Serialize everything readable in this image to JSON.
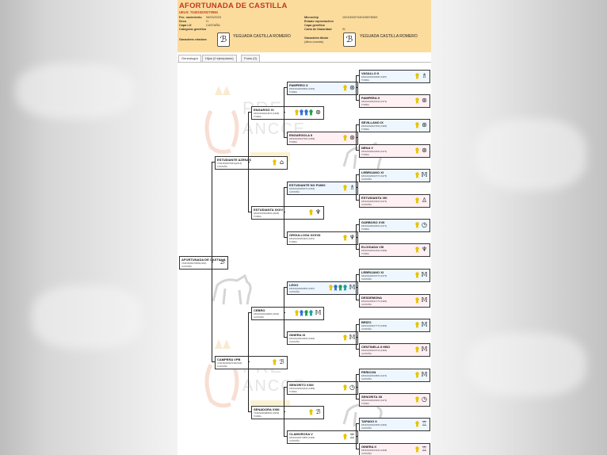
{
  "horse": {
    "name": "AFORTUNADA DE CASTILLA",
    "ueln": "UELN: 724015230270084",
    "fields_left": [
      {
        "label": "Fec. nacimiento",
        "value": "06/03/2023"
      },
      {
        "label": "Sexo",
        "value": "H"
      },
      {
        "label": "Capa LG",
        "value": "CASTAÑA"
      },
      {
        "label": "Categoría genética",
        "value": ""
      }
    ],
    "fields_right": [
      {
        "label": "Microchip",
        "value": "100100007240155078063"
      },
      {
        "label": "Estado reproductivo",
        "value": ""
      },
      {
        "label": "Capa genética",
        "value": ""
      },
      {
        "label": "Carta de titularidad",
        "value": "SI"
      }
    ],
    "breeder_label": "Ganadería criadora",
    "breeder_name": "YEGUADA CASTILLA ROMERO",
    "owner_label": "Ganadería titular",
    "owner_sublabel": "(último conocido)",
    "owner_name": "YEGUADA CASTILLA ROMERO"
  },
  "tabs": [
    {
      "label": "Genealogía"
    },
    {
      "label": "Hijos (0 ejemplares)"
    },
    {
      "label": "Fotos (0)"
    }
  ],
  "watermark": {
    "line1": "PRE",
    "line2": "ANCCE",
    "line3": "LG"
  },
  "colors": {
    "header_bg": "#fcdc9c",
    "title": "#c0392b",
    "ribbon_yellow": "#e8c300",
    "ribbon_blue": "#2f6fd6",
    "ribbon_green": "#1e9e4a",
    "ribbon_teal": "#1aa0a0"
  },
  "pedigree": [
    {
      "name": "AFORTUNADA DE CASTILLA",
      "id": "724015230270084(2023)",
      "coat": "CASTAÑA"
    },
    {
      "name": "ESTUDIANTE AZENAS",
      "id": "724015230370511(2014)",
      "coat": "CASTAÑA"
    },
    {
      "name": "CAMPERA VPB",
      "id": "724015220497019(2016)",
      "coat": "CASTAÑA"
    },
    {
      "name": "ENGARGO VI",
      "id": "180101020104970 (1998)",
      "coat": "TORDA"
    },
    {
      "name": "ESTUDIANTA XXXV",
      "id": "180101003010820 (2005)",
      "coat": "TORDA"
    },
    {
      "name": "CEBRO",
      "id": "180101002410800 (2004)",
      "coat": "CASTAÑA"
    },
    {
      "name": "SENADORA XXIII",
      "id": "724020220480000 (2009)",
      "coat": "TORDA"
    },
    {
      "name": "PAMPERO X",
      "id": "180101020108300 (1993)",
      "coat": "TORDA"
    },
    {
      "name": "ENGARGOLA II",
      "id": "180101020107050 (1989)",
      "coat": "TORDA"
    },
    {
      "name": "ESTUDIANTE NO FUMO",
      "id": "180101020200070 (1993)",
      "coat": "CASTAÑA"
    },
    {
      "name": "ORGULLOSA XXXVII",
      "id": "180101020204320 (1997)",
      "coat": "TORDA"
    },
    {
      "name": "LEGO",
      "id": "180101020200820 (1997)",
      "coat": "CASTAÑA"
    },
    {
      "name": "GINERA III",
      "id": "180101020103090 (1994)",
      "coat": "CASTAÑA"
    },
    {
      "name": "SENORITO XXIII",
      "id": "180101020102630 (1989)",
      "coat": "TORDA"
    },
    {
      "name": "CLAMOROSA V",
      "id": "180101020170850 (1994)",
      "coat": "CASTAÑA"
    },
    {
      "name": "VASALLO II",
      "id": "180101020100080 (1987)",
      "coat": "TORDA"
    },
    {
      "name": "PAMPERA II",
      "id": "180101020100140 (1972)",
      "coat": "TORDA"
    },
    {
      "name": "SEVILLANO IX",
      "id": "180101020107050 (1980)",
      "coat": "TORDA"
    },
    {
      "name": "NENA V",
      "id": "180101020102090 (1972)",
      "coat": "TORDA"
    },
    {
      "name": "LEBRIJANO XI",
      "id": "180101020100770 (1975)",
      "coat": "CASTAÑA"
    },
    {
      "name": "ESTUDIANTA VIII",
      "id": "180101020100200 (1974)",
      "coat": "CASTAÑA"
    },
    {
      "name": "GARBOSO XVII",
      "id": "180101020100000 (1971)",
      "coat": "TORDA"
    },
    {
      "name": "ELOGIADA VIII",
      "id": "180101020102400 (1989)",
      "coat": "TORDA"
    },
    {
      "name": "LEBRIJANO XI",
      "id": "180101020100770 (1975)",
      "coat": "CASTAÑA"
    },
    {
      "name": "DESDEMONA",
      "id": "180101020101770 (1984)",
      "coat": "CASTAÑA"
    },
    {
      "name": "BRIZO",
      "id": "180101020107770 (1983)",
      "coat": "CASTAÑA"
    },
    {
      "name": "CENTINELA II HBO",
      "id": "180101020100710 (1983)",
      "coat": "CASTAÑA"
    },
    {
      "name": "PERICON",
      "id": "180101020100890 (1974)",
      "coat": "CASTAÑA"
    },
    {
      "name": "SENORITA XII",
      "id": "180101020100200 (1973)",
      "coat": "TORDA"
    },
    {
      "name": "TAPADO II",
      "id": "180101020100450 (1981)",
      "coat": "CASTAÑA"
    },
    {
      "name": "GINERA II",
      "id": "180101020101920 (1968)",
      "coat": "CASTAÑA"
    }
  ]
}
